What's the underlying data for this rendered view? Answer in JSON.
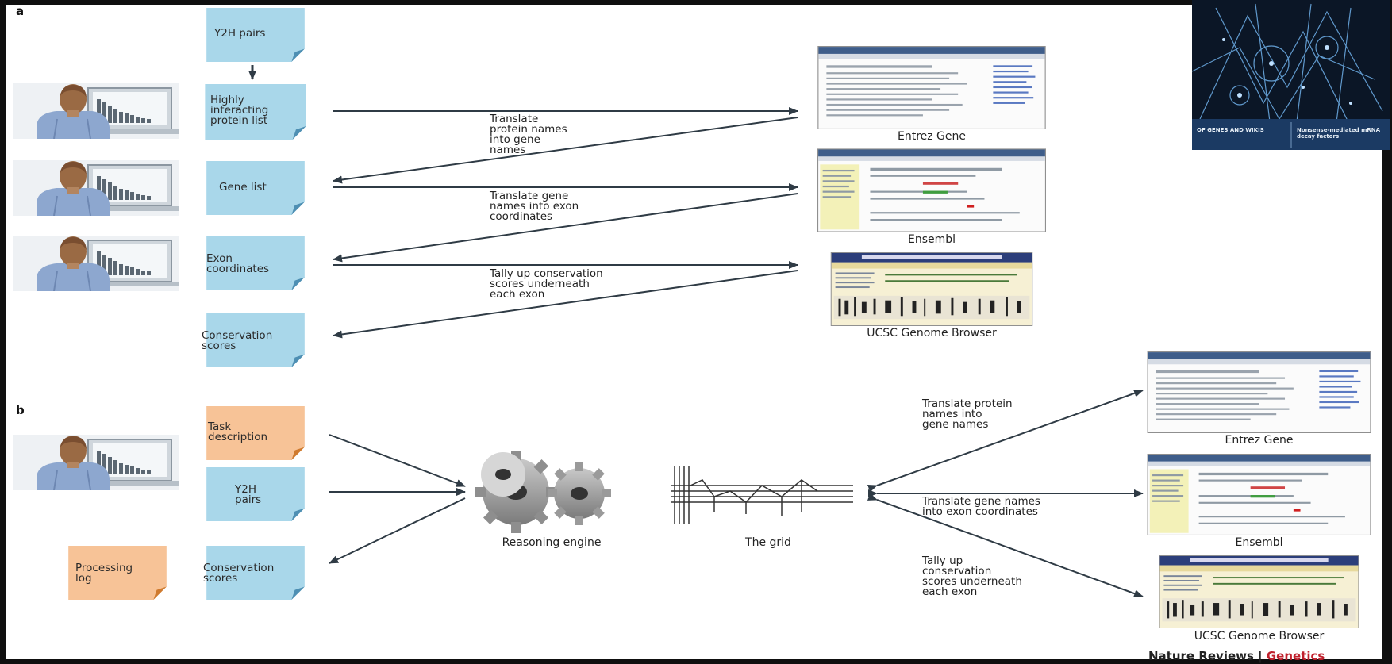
{
  "panel_a": {
    "label": "a",
    "boxes": {
      "y2h_pairs": "Y2H pairs",
      "highly_interacting": "Highly\ninteracting\nprotein list",
      "gene_list": "Gene list",
      "exon_coordinates": "Exon\ncoordinates",
      "conservation_scores": "Conservation\nscores"
    },
    "steps": {
      "translate_protein": "Translate\nprotein names\ninto gene\nnames",
      "translate_gene": "Translate gene\nnames into exon\ncoordinates",
      "tally": "Tally up conservation\nscores underneath\neach exon"
    },
    "databases": {
      "entrez": "Entrez Gene",
      "ensembl": "Ensembl",
      "ucsc": "UCSC Genome Browser"
    }
  },
  "panel_b": {
    "label": "b",
    "boxes": {
      "task_description": "Task\ndescription",
      "y2h_pairs": "Y2H\npairs",
      "conservation_scores": "Conservation\nscores",
      "processing_log": "Processing\nlog"
    },
    "reasoning_engine": "Reasoning engine",
    "the_grid": "The grid",
    "steps": {
      "translate_protein": "Translate protein\nnames into\ngene names",
      "translate_gene": "Translate gene names\ninto exon coordinates",
      "tally": "Tally up\nconservation\nscores underneath\neach exon"
    },
    "databases": {
      "entrez": "Entrez Gene",
      "ensembl": "Ensembl",
      "ucsc": "UCSC Genome Browser"
    }
  },
  "credit": {
    "journal": "Nature Reviews",
    "separator": "|",
    "section": "Genetics"
  },
  "cover": {
    "left_title": "OF GENES AND WIKIS",
    "right_title": "Nonsense-mediated mRNA decay factors"
  },
  "colors": {
    "blue_box": "#a9d7ea",
    "orange_box": "#f7c397",
    "arrow": "#2f3b45"
  }
}
